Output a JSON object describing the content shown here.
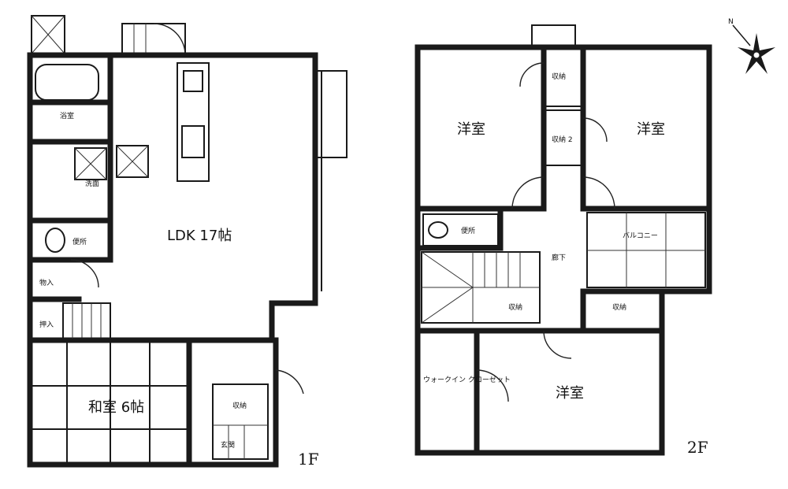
{
  "floor_1": {
    "floor_label": "1F",
    "rooms": {
      "ldk": "LDK 17帖",
      "washitsu": "和室 6帖",
      "senmen": "洗面",
      "toilet": "便所",
      "yokushitsu": "浴室",
      "oshiire_1": "物入",
      "oshiire_2": "押入",
      "shunou": "収納",
      "genkan": "玄関"
    }
  },
  "floor_2": {
    "floor_label": "2F",
    "rooms": {
      "youshitsu_nw": "洋室",
      "youshitsu_ne": "洋室",
      "youshitsu_s": "洋室",
      "closet_1": "収納",
      "closet_2": "収納 2",
      "toilet": "便所",
      "balcony": "バルコニー",
      "wic": "ウォークイン クローゼット",
      "closet_3": "収納",
      "closet_4": "収納",
      "hall": "廊下"
    }
  },
  "compass": {
    "north_label": "N",
    "icon": "compass-star-icon"
  }
}
